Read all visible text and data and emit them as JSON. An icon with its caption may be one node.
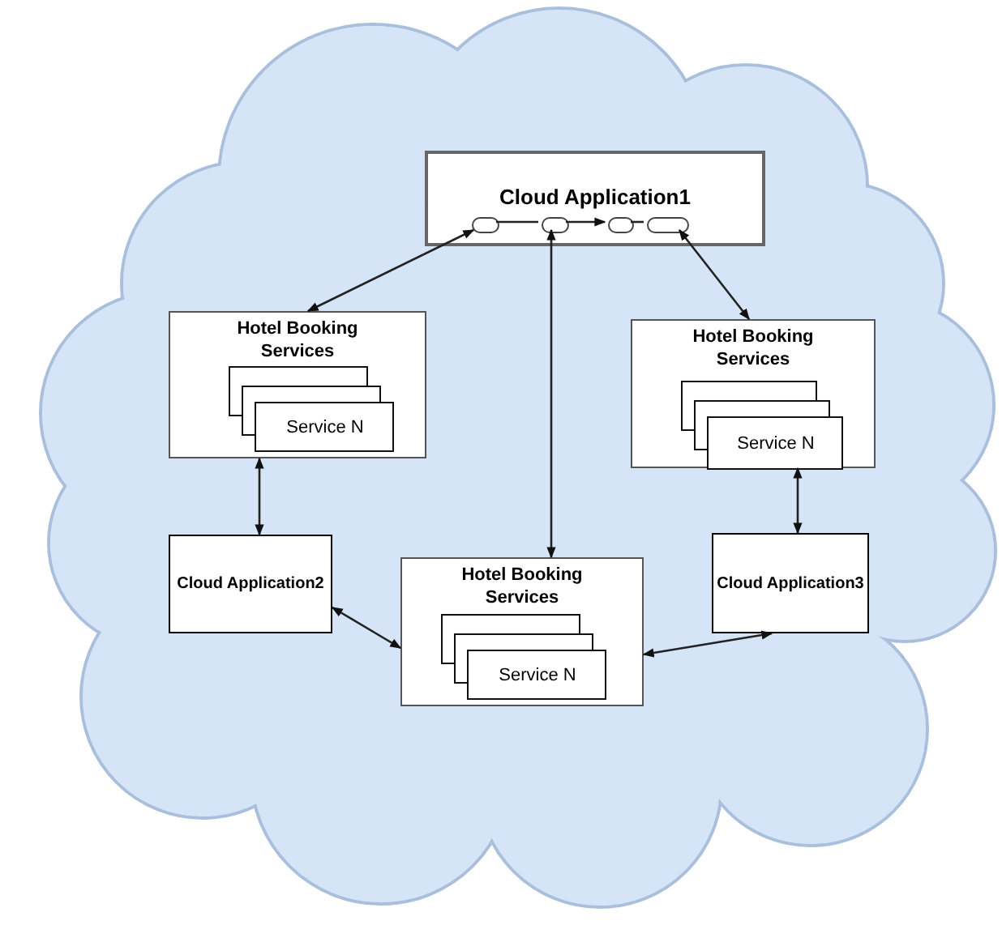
{
  "diagram": {
    "nodes": [
      {
        "text": [],
        "shape": "cloud"
      },
      {
        "text": [
          "Cloud Application1"
        ],
        "in": 0
      },
      {
        "text": [],
        "shape": "box",
        "in": 1
      },
      {
        "text": [],
        "shape": "box",
        "in": 1
      },
      {
        "text": [],
        "shape": "box",
        "in": 1
      },
      {
        "text": [],
        "shape": "box",
        "in": 1
      },
      {
        "text": [
          "Hotel Booking Services"
        ],
        "in": 0
      },
      {
        "text": [
          "Service N"
        ],
        "in": 6
      },
      {
        "text": [
          "Hotel Booking Services"
        ],
        "in": 0
      },
      {
        "text": [
          "Service N"
        ],
        "in": 8
      },
      {
        "text": [
          "Cloud Application2"
        ],
        "in": 0
      },
      {
        "text": [
          "Hotel Booking Services"
        ],
        "in": 0
      },
      {
        "text": [
          "Service N"
        ],
        "in": 11
      },
      {
        "text": [
          "Cloud Application3"
        ],
        "in": 0
      }
    ],
    "edges": [
      {
        "from": 6,
        "to": 2,
        "arrow": "both"
      },
      {
        "from": 3,
        "to": 11,
        "arrow": "both"
      },
      {
        "from": 5,
        "to": 8,
        "arrow": "both"
      },
      {
        "from": 6,
        "to": 10,
        "arrow": "both"
      },
      {
        "from": 8,
        "to": 13,
        "arrow": "both"
      },
      {
        "from": 10,
        "to": 11,
        "arrow": "both"
      },
      {
        "from": 11,
        "to": 13,
        "arrow": "both"
      },
      {
        "from": 2,
        "to": 3,
        "arrow": "none"
      },
      {
        "from": 3,
        "to": 4,
        "arrow": "to"
      },
      {
        "from": 4,
        "to": 5,
        "arrow": "none"
      }
    ]
  }
}
